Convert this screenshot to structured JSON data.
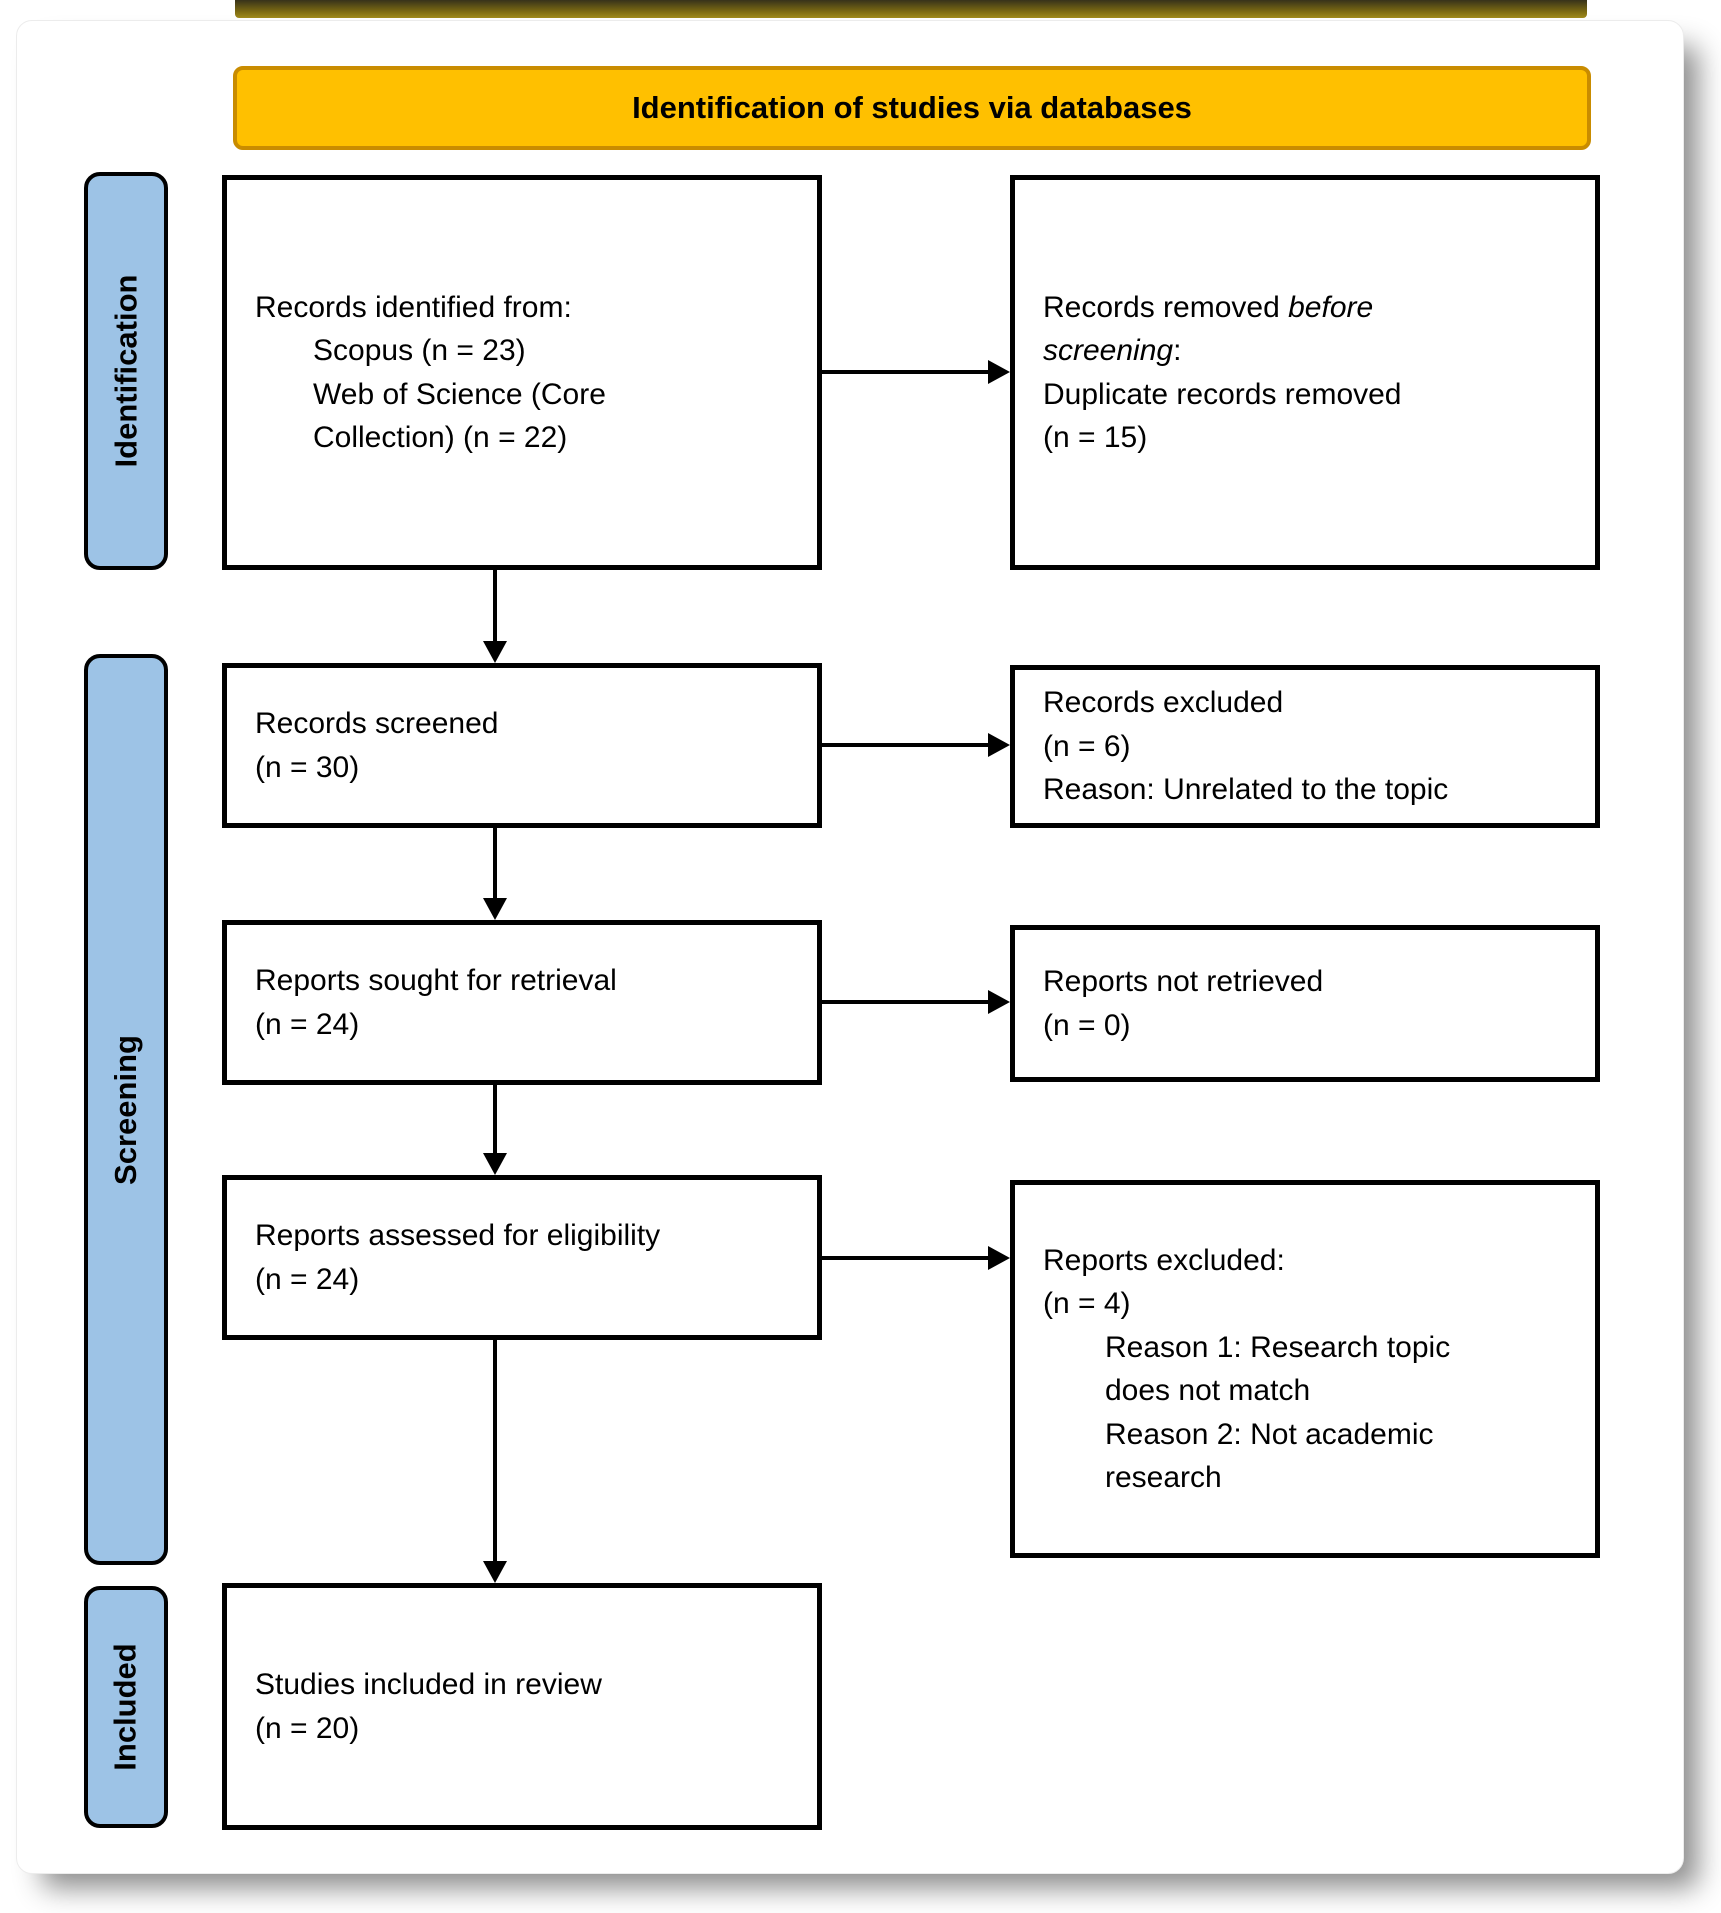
{
  "colors": {
    "banner_fill": "#FFC000",
    "banner_border": "#C98C00",
    "stage_fill": "#9DC3E6",
    "box_border": "#000000",
    "arrow": "#000000",
    "top_strip": "#7D6B12"
  },
  "banner": {
    "title": "Identification of studies via databases"
  },
  "stages": {
    "identification": "Identification",
    "screening": "Screening",
    "included": "Included"
  },
  "boxes": {
    "records_identified": {
      "intro": "Records identified from:",
      "sources": [
        "Scopus (n = 23)",
        "Web of Science (Core Collection) (n = 22)"
      ]
    },
    "records_removed": {
      "lead": "Records removed ",
      "lead_italic": "before screening",
      "lead_end": ":",
      "detail": "Duplicate records removed",
      "count": "(n = 15)"
    },
    "records_screened": {
      "title": "Records screened",
      "count": "(n = 30)"
    },
    "records_excluded": {
      "title": "Records excluded",
      "count": "(n = 6)",
      "reason": "Reason: Unrelated to the topic"
    },
    "reports_sought": {
      "title": "Reports sought for retrieval",
      "count": "(n = 24)"
    },
    "reports_not_retrieved": {
      "title": "Reports not retrieved",
      "count": "(n = 0)"
    },
    "reports_assessed": {
      "title": "Reports assessed for eligibility",
      "count": "(n = 24)"
    },
    "reports_excluded": {
      "title": "Reports excluded:",
      "count": "(n = 4)",
      "reasons": [
        "Reason 1: Research topic does not match",
        "Reason 2: Not academic research"
      ]
    },
    "studies_included": {
      "title": "Studies included in review",
      "count": "(n = 20)"
    }
  }
}
